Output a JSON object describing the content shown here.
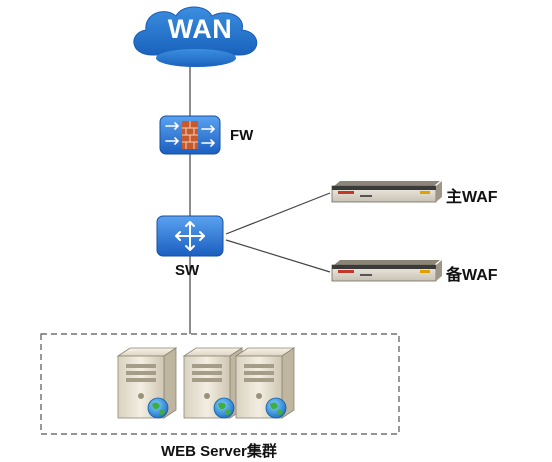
{
  "nodes": {
    "wan": {
      "label": "WAN",
      "fill": "#1f74c9"
    },
    "firewall": {
      "label": "FW"
    },
    "switch": {
      "label": "SW"
    },
    "waf_primary": {
      "label": "主WAF"
    },
    "waf_backup": {
      "label": "备WAF"
    },
    "server_cluster": {
      "label": "WEB Server集群"
    }
  },
  "colors": {
    "device_blue": "#2a6fd0",
    "link": "#444444",
    "brick": "#c65a2e",
    "appliance_dark": "#2b2b2b",
    "cluster_border": "#555555"
  }
}
